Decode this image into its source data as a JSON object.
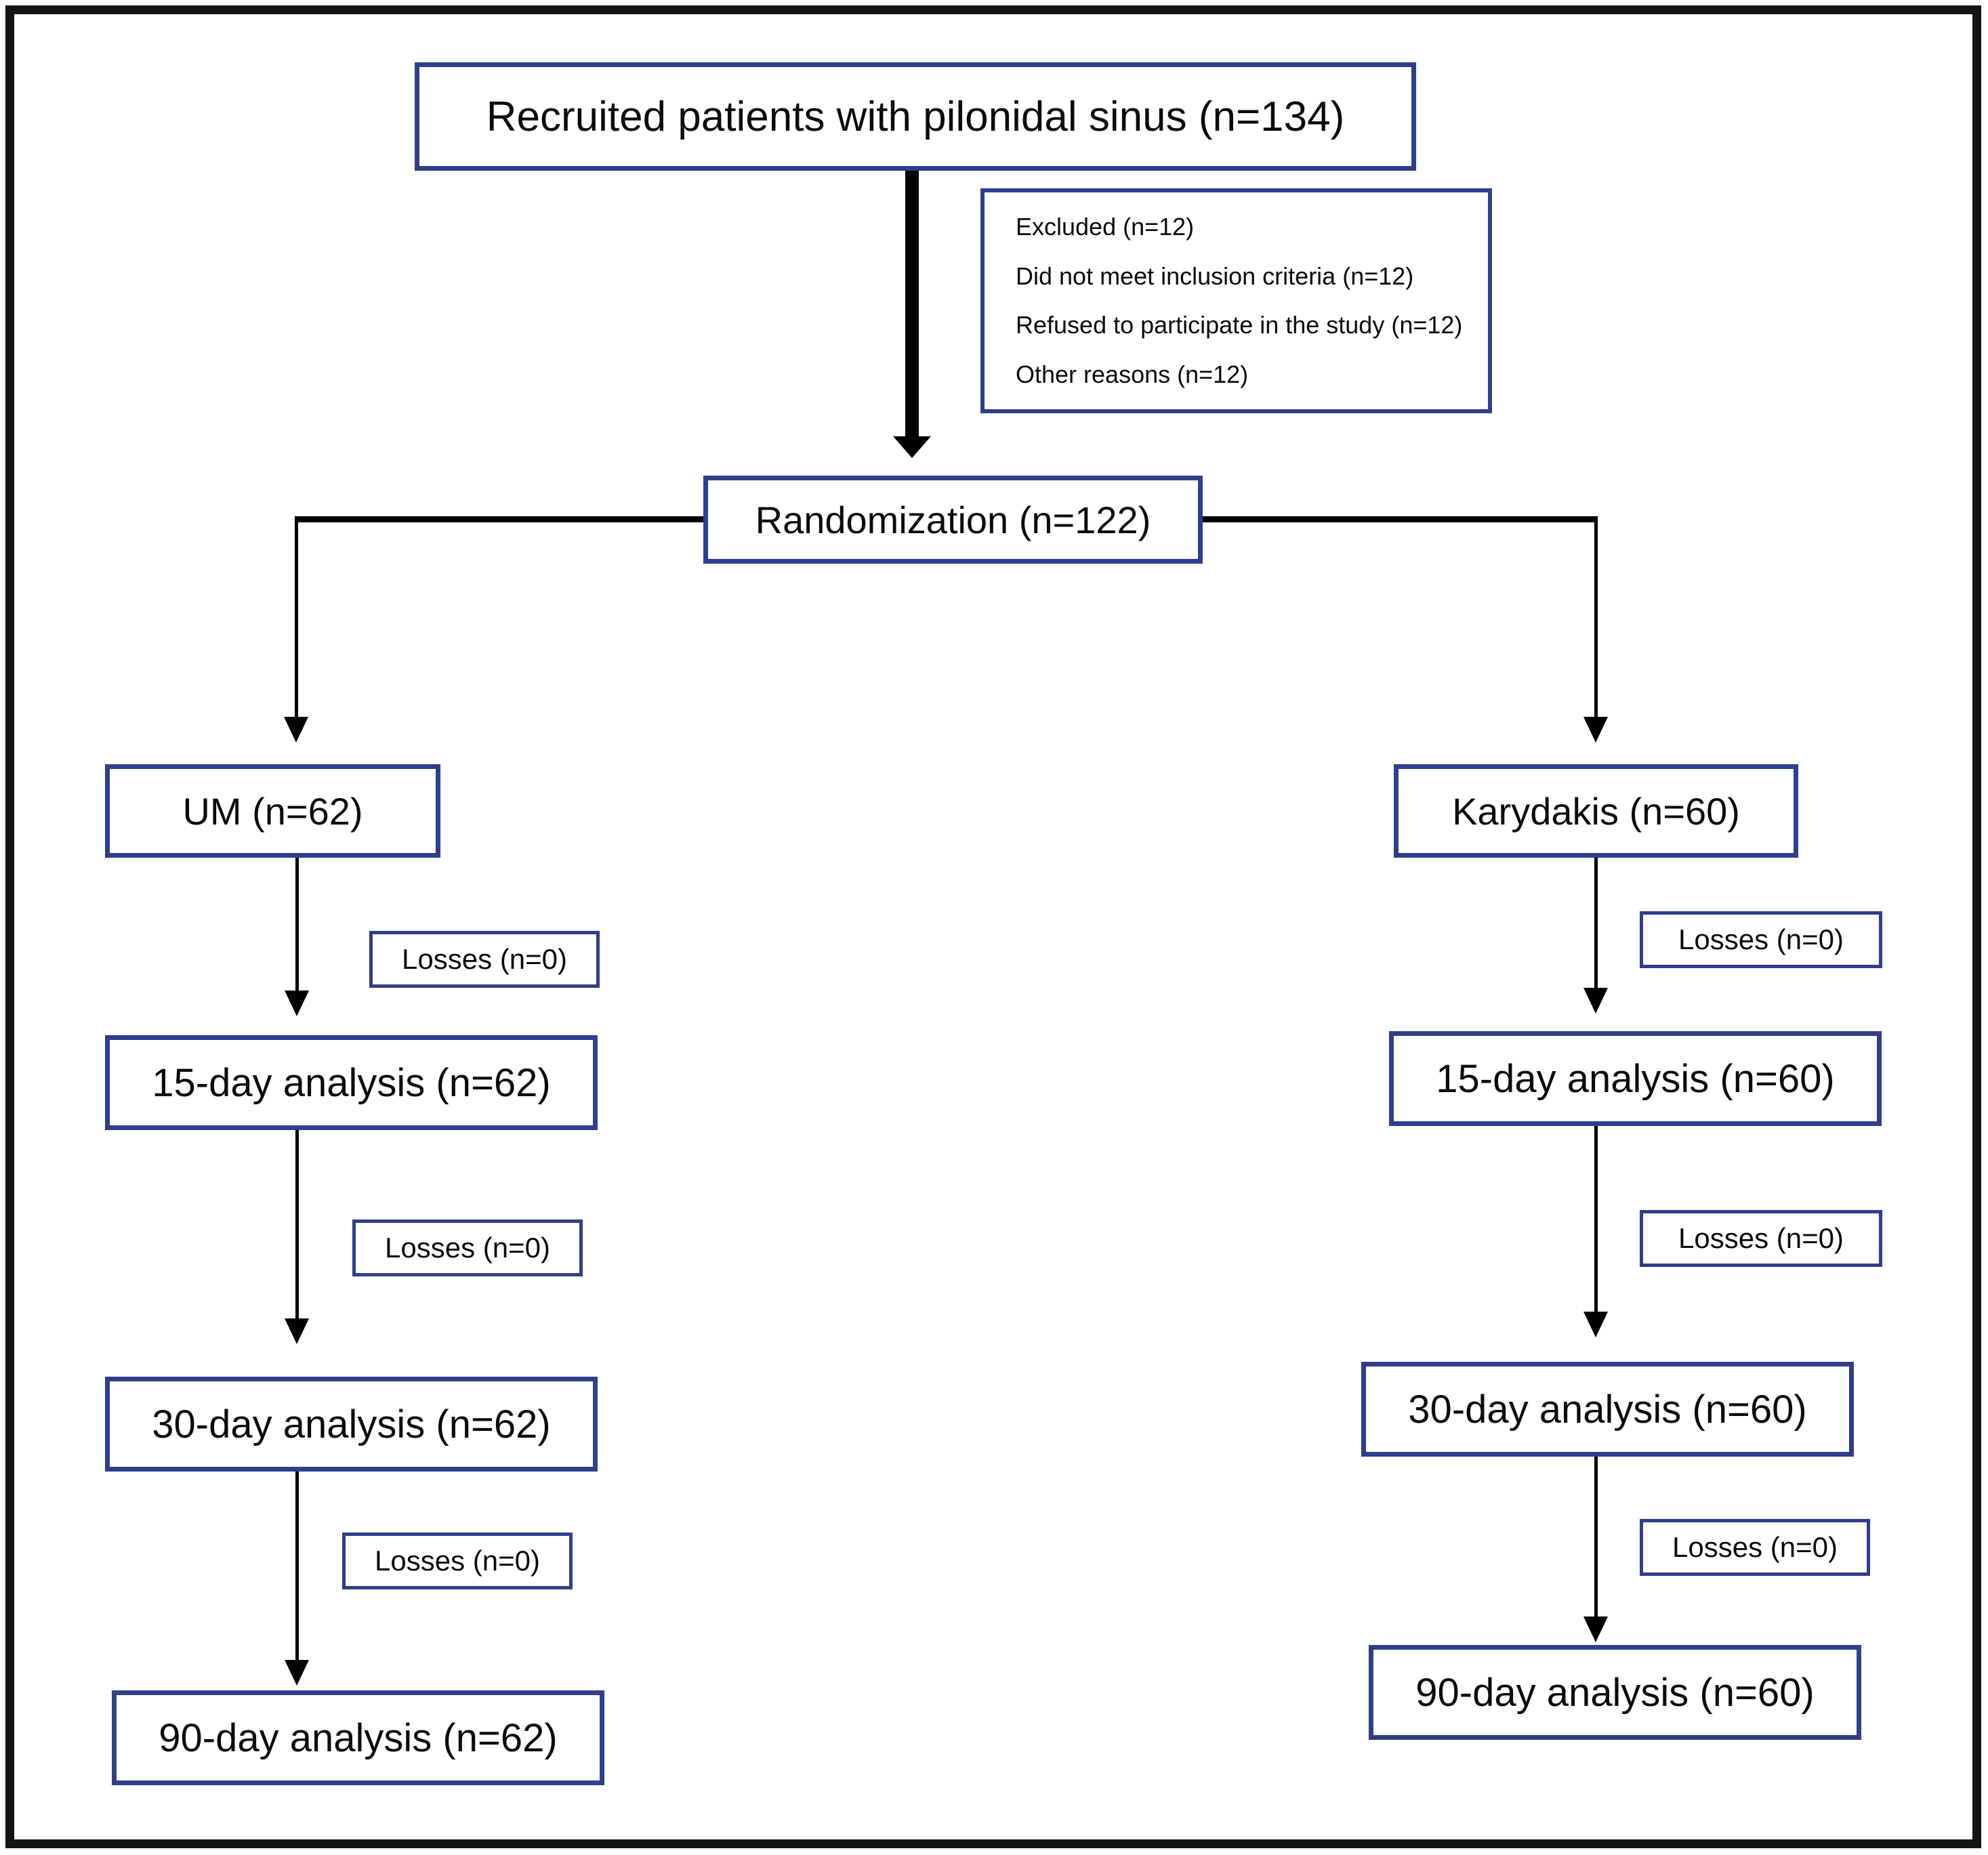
{
  "colors": {
    "box_border": "#2f3f8c",
    "connector": "#000000",
    "frame": "#141414",
    "background": "#ffffff",
    "text": "#0b0b0b"
  },
  "flowchart": {
    "recruited_label": "Recruited patients with pilonidal sinus (n=134)",
    "exclusion_lines": [
      "Excluded (n=12)",
      "Did not meet inclusion criteria (n=12)",
      "Refused to participate in the study (n=12)",
      "Other reasons (n=12)"
    ],
    "randomization_label": "Randomization (n=122)",
    "um_arm": {
      "allocation_label": "UM (n=62)",
      "loss_labels": [
        "Losses (n=0)",
        "Losses (n=0)",
        "Losses (n=0)"
      ],
      "analysis_labels": [
        "15-day analysis (n=62)",
        "30-day analysis (n=62)",
        "90-day analysis (n=62)"
      ]
    },
    "karydakis_arm": {
      "allocation_label": "Karydakis (n=60)",
      "loss_labels": [
        "Losses (n=0)",
        "Losses (n=0)",
        "Losses (n=0)"
      ],
      "analysis_labels": [
        "15-day analysis (n=60)",
        "30-day analysis (n=60)",
        "90-day analysis (n=60)"
      ]
    }
  }
}
